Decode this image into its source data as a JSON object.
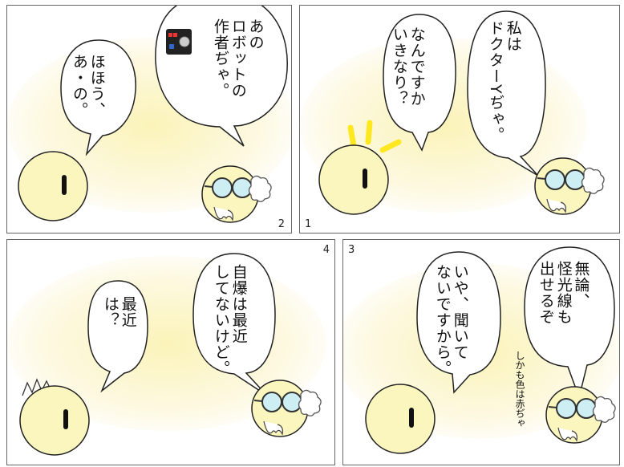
{
  "colors": {
    "panel_glow": "#fbf6c8",
    "face_fill": "#fbf6be",
    "glasses_fill": "#cdeef3",
    "shock_lines": "#ffe820",
    "border": "#666666"
  },
  "panels": [
    {
      "number": "1",
      "lines": [
        "私は\nドクターYぢゃ。",
        "なんですか\nいきなり？"
      ]
    },
    {
      "number": "2",
      "lines": [
        "あの\nロボットの\n作者ぢゃ。",
        "ほほう、\nあ・の。"
      ]
    },
    {
      "number": "3",
      "lines": [
        "無論、\n怪光線も\n出せるぞ",
        "いや、聞いて\nないですから。"
      ],
      "aside": "しかも色は赤ぢゃ"
    },
    {
      "number": "4",
      "lines": [
        "自爆は最近\nしてないけど。",
        "最近\nは？"
      ]
    }
  ]
}
